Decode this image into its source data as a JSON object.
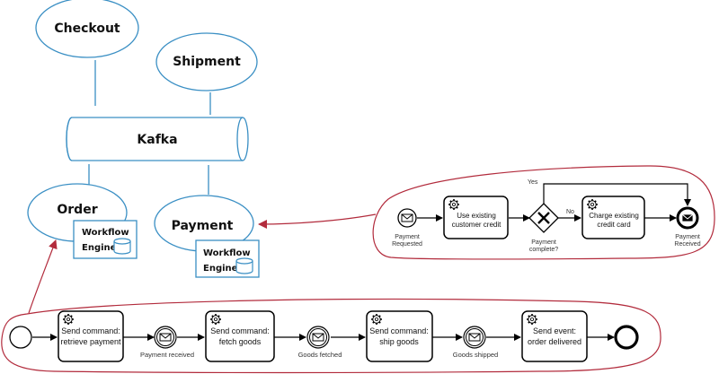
{
  "services": {
    "checkout": "Checkout",
    "shipment": "Shipment",
    "kafka": "Kafka",
    "order": "Order",
    "payment": "Payment"
  },
  "engine_boxes": {
    "order_engine": [
      "Workflow",
      "Engine"
    ],
    "payment_engine": [
      "Workflow",
      "Engine"
    ]
  },
  "payment_process": {
    "start_label": [
      "Payment",
      "Requested"
    ],
    "task_credit": [
      "Use existing",
      "customer credit"
    ],
    "gateway_label": [
      "Payment",
      "complete?"
    ],
    "yes_label": "Yes",
    "no_label": "No",
    "task_card": [
      "Charge existing",
      "credit card"
    ],
    "end_label": [
      "Payment",
      "Received"
    ]
  },
  "order_process": {
    "task1": [
      "Send command:",
      "retrieve payment"
    ],
    "event1": "Payment received",
    "task2": [
      "Send command:",
      "fetch goods"
    ],
    "event2": "Goods fetched",
    "task3": [
      "Send command:",
      "ship goods"
    ],
    "event3": "Goods shipped",
    "task4": [
      "Send event:",
      "order delivered"
    ]
  },
  "colors": {
    "service_stroke": "#3a8fc4",
    "flow_stroke": "#000000",
    "group_stroke": "#b22b3c",
    "task_fill": "#ffffff"
  }
}
